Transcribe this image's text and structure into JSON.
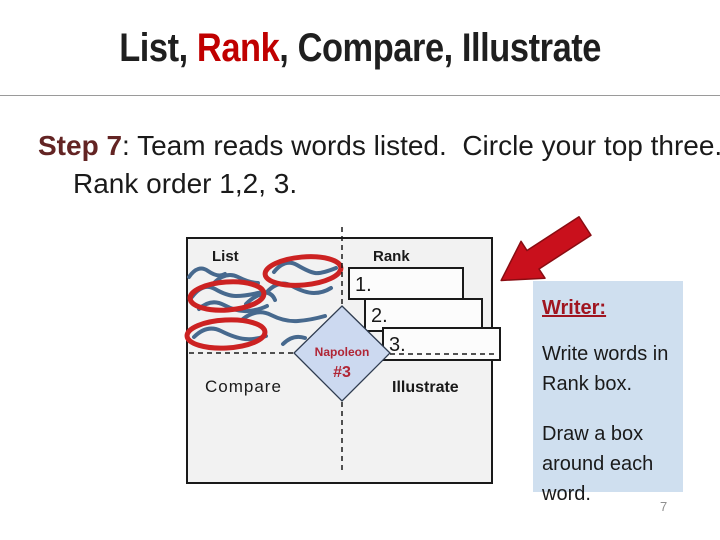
{
  "title": {
    "pre": "List, ",
    "highlight": "Rank",
    "post": ", Compare, Illustrate"
  },
  "step": {
    "label": "Step 7",
    "body": ": Team reads words listed.  Circle your top three.  Rank order 1,2, 3."
  },
  "diagram": {
    "quadrant_labels": {
      "top_left": "List",
      "top_right": "Rank",
      "bottom_left": "Compare",
      "bottom_right": "Illustrate"
    },
    "rank_boxes": [
      "1.",
      "2.",
      "3."
    ],
    "diamond": {
      "word": "Napoleon",
      "rank": "#3"
    }
  },
  "writer_note": {
    "heading": "Writer:",
    "para1": "Write words in Rank box.",
    "para2": "Draw a box around each word."
  },
  "page_number": "7",
  "colors": {
    "title_text": "#1f1f1f",
    "title_accent": "#c00000",
    "step_label": "#632423",
    "body_text": "#1a1a1a",
    "box_bg": "#f2f2f2",
    "box_border": "#1a1a1a",
    "squiggle": "#47698e",
    "annotation_red": "#cc2222",
    "diamond_fill": "#ccd9f0",
    "diamond_border": "#2f3c50",
    "diamond_text": "#b02535",
    "arrow_red": "#c9101c",
    "arrow_edge": "#8a0c12",
    "note_bg": "#cfdfef",
    "writer_red": "#a01520",
    "page_number_gray": "#8f8f8f",
    "divider_gray": "#9a9a9a"
  }
}
